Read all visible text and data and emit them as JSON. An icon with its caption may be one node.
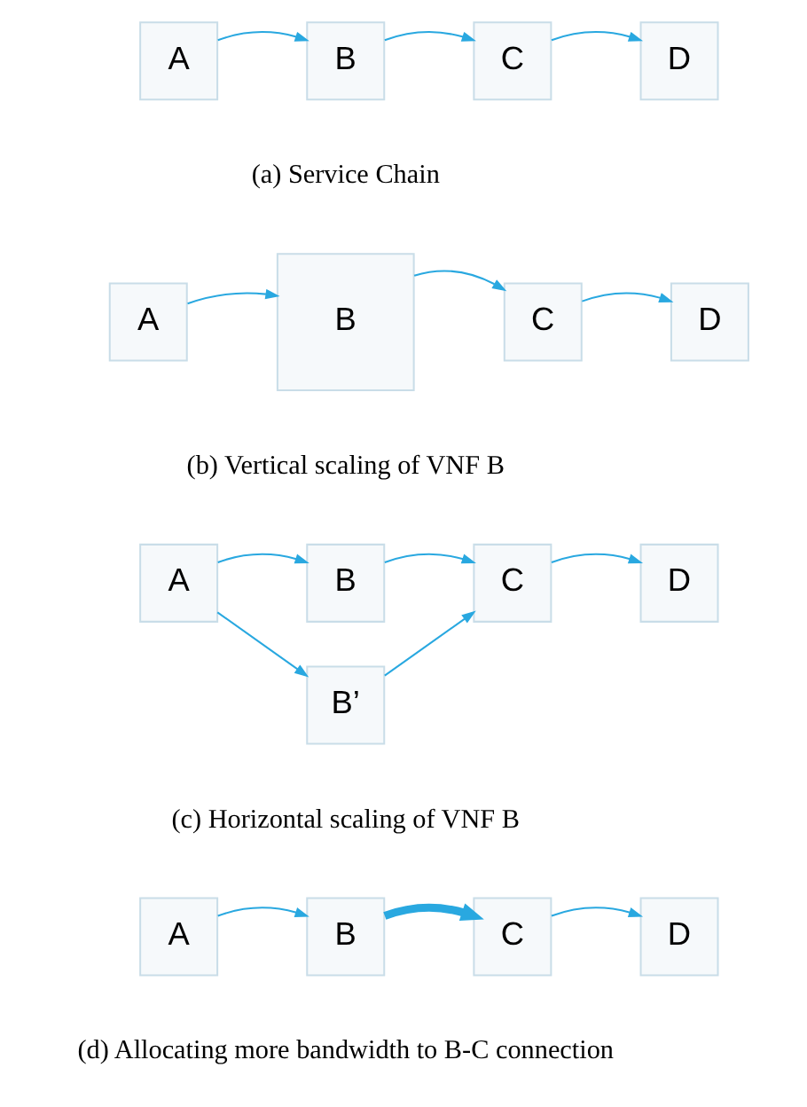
{
  "diagram": {
    "nodes": [
      {
        "text": [
          "A"
        ]
      },
      {
        "text": [
          "B"
        ]
      },
      {
        "text": [
          "C"
        ]
      },
      {
        "text": [
          "D"
        ]
      },
      {
        "text": [
          "A"
        ]
      },
      {
        "text": [
          "B"
        ]
      },
      {
        "text": [
          "C"
        ]
      },
      {
        "text": [
          "D"
        ]
      },
      {
        "text": [
          "A"
        ]
      },
      {
        "text": [
          "B"
        ]
      },
      {
        "text": [
          "C"
        ]
      },
      {
        "text": [
          "D"
        ]
      },
      {
        "text": [
          "B’"
        ]
      },
      {
        "text": [
          "A"
        ]
      },
      {
        "text": [
          "B"
        ]
      },
      {
        "text": [
          "C"
        ]
      },
      {
        "text": [
          "D"
        ]
      }
    ],
    "edges": [
      {
        "from": 0,
        "to": 1,
        "arrow": "to"
      },
      {
        "from": 1,
        "to": 2,
        "arrow": "to"
      },
      {
        "from": 2,
        "to": 3,
        "arrow": "to"
      },
      {
        "from": 4,
        "to": 5,
        "arrow": "to"
      },
      {
        "from": 5,
        "to": 6,
        "arrow": "to"
      },
      {
        "from": 6,
        "to": 7,
        "arrow": "to"
      },
      {
        "from": 8,
        "to": 9,
        "arrow": "to"
      },
      {
        "from": 9,
        "to": 10,
        "arrow": "to"
      },
      {
        "from": 10,
        "to": 11,
        "arrow": "to"
      },
      {
        "from": 8,
        "to": 12,
        "arrow": "to"
      },
      {
        "from": 12,
        "to": 10,
        "arrow": "to"
      },
      {
        "from": 13,
        "to": 14,
        "arrow": "to"
      },
      {
        "from": 14,
        "to": 15,
        "arrow": "to",
        "style": "thick"
      },
      {
        "from": 15,
        "to": 16,
        "arrow": "to"
      }
    ],
    "labels": [
      "(a) Service Chain",
      "(b) Vertical scaling of VNF B",
      "(c) Horizontal scaling of VNF B",
      "(d) Allocating more bandwidth to B-C connection"
    ]
  }
}
